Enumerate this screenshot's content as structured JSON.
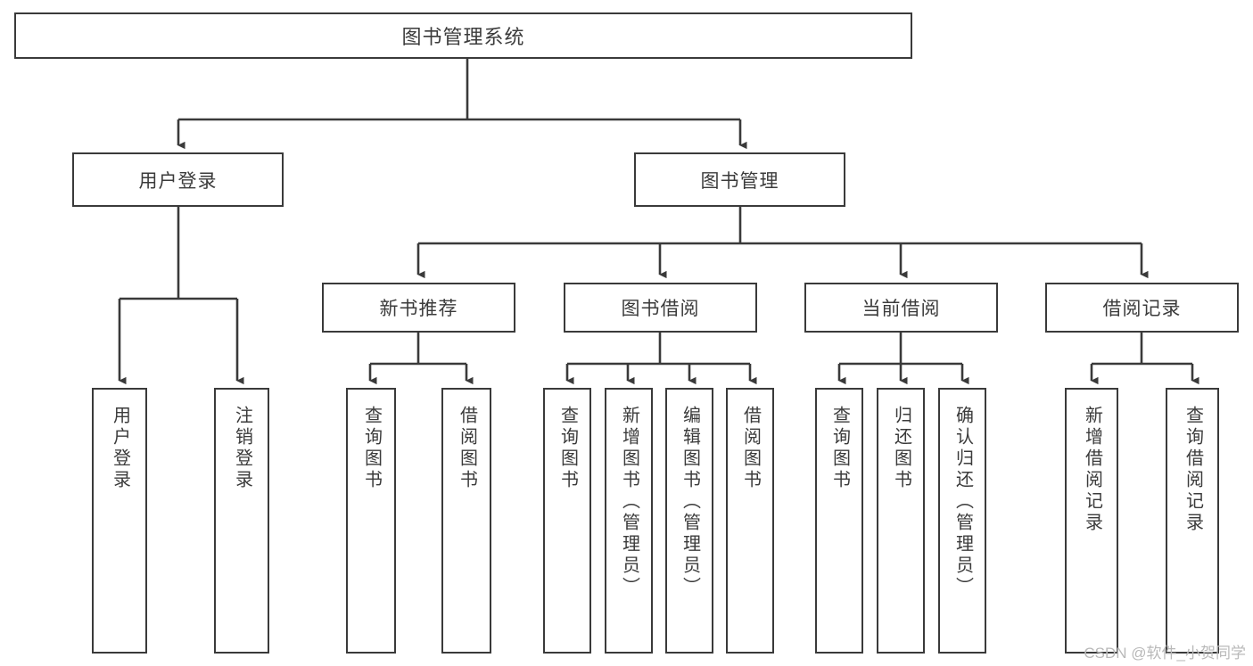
{
  "diagram": {
    "title": "图书管理系统",
    "type": "tree",
    "orientation": "top-down",
    "colors": {
      "box_border": "#3a3a3a",
      "box_fill": "#ffffff",
      "connector": "#3a3a3a",
      "text": "#3b3b3b",
      "background": "#ffffff",
      "watermark": "#b9b9b9"
    },
    "root": {
      "id": "root",
      "label": "图书管理系统"
    },
    "level1": [
      {
        "id": "user-login",
        "label": "用户登录"
      },
      {
        "id": "book-manage",
        "label": "图书管理"
      }
    ],
    "level2": [
      {
        "id": "new-book-rec",
        "label": "新书推荐",
        "parent": "book-manage"
      },
      {
        "id": "book-borrow",
        "label": "图书借阅",
        "parent": "book-manage"
      },
      {
        "id": "current-borrow",
        "label": "当前借阅",
        "parent": "book-manage"
      },
      {
        "id": "borrow-record",
        "label": "借阅记录",
        "parent": "book-manage"
      }
    ],
    "leaves": {
      "user-login": [
        {
          "id": "leaf-user-login",
          "label": "用户登录"
        },
        {
          "id": "leaf-user-logout",
          "label": "注销登录"
        }
      ],
      "new-book-rec": [
        {
          "id": "leaf-query-book-1",
          "label": "查询图书"
        },
        {
          "id": "leaf-borrow-book-1",
          "label": "借阅图书"
        }
      ],
      "book-borrow": [
        {
          "id": "leaf-query-book-2",
          "label": "查询图书"
        },
        {
          "id": "leaf-add-book",
          "label": "新增图书（管理员）"
        },
        {
          "id": "leaf-edit-book",
          "label": "编辑图书（管理员）"
        },
        {
          "id": "leaf-borrow-book-2",
          "label": "借阅图书"
        }
      ],
      "current-borrow": [
        {
          "id": "leaf-query-book-3",
          "label": "查询图书"
        },
        {
          "id": "leaf-return-book",
          "label": "归还图书"
        },
        {
          "id": "leaf-confirm-return",
          "label": "确认归还（管理员）"
        }
      ],
      "borrow-record": [
        {
          "id": "leaf-add-record",
          "label": "新增借阅记录"
        },
        {
          "id": "leaf-query-record",
          "label": "查询借阅记录"
        }
      ]
    }
  },
  "watermark": {
    "text": "CSDN @软件_小贺同学"
  }
}
